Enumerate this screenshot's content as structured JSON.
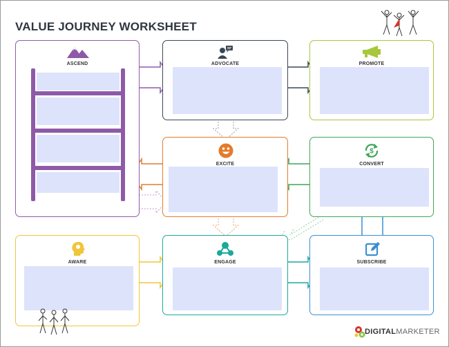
{
  "title": "VALUE JOURNEY WORKSHEET",
  "stages": {
    "ascend": {
      "label": "ASCEND",
      "color": "#8e5aa8",
      "icon": "mountains-icon"
    },
    "advocate": {
      "label": "ADVOCATE",
      "color": "#3a4654",
      "icon": "speaking-person-icon"
    },
    "promote": {
      "label": "PROMOTE",
      "color": "#a8c73a",
      "icon": "megaphone-icon"
    },
    "excite": {
      "label": "EXCITE",
      "color": "#e47b2c",
      "icon": "smiley-face-icon"
    },
    "convert": {
      "label": "CONVERT",
      "color": "#3fa45a",
      "icon": "dollar-cycle-icon"
    },
    "aware": {
      "label": "AWARE",
      "color": "#f0c53a",
      "icon": "head-lightbulb-icon"
    },
    "engage": {
      "label": "ENGAGE",
      "color": "#1aa99a",
      "icon": "network-icon"
    },
    "subscribe": {
      "label": "SUBSCRIBE",
      "color": "#3a8fd0",
      "icon": "edit-pencil-icon"
    }
  },
  "brand": {
    "part1": "DIGITAL",
    "part2": "MARKETER",
    "icon": "gears-logo-icon"
  }
}
